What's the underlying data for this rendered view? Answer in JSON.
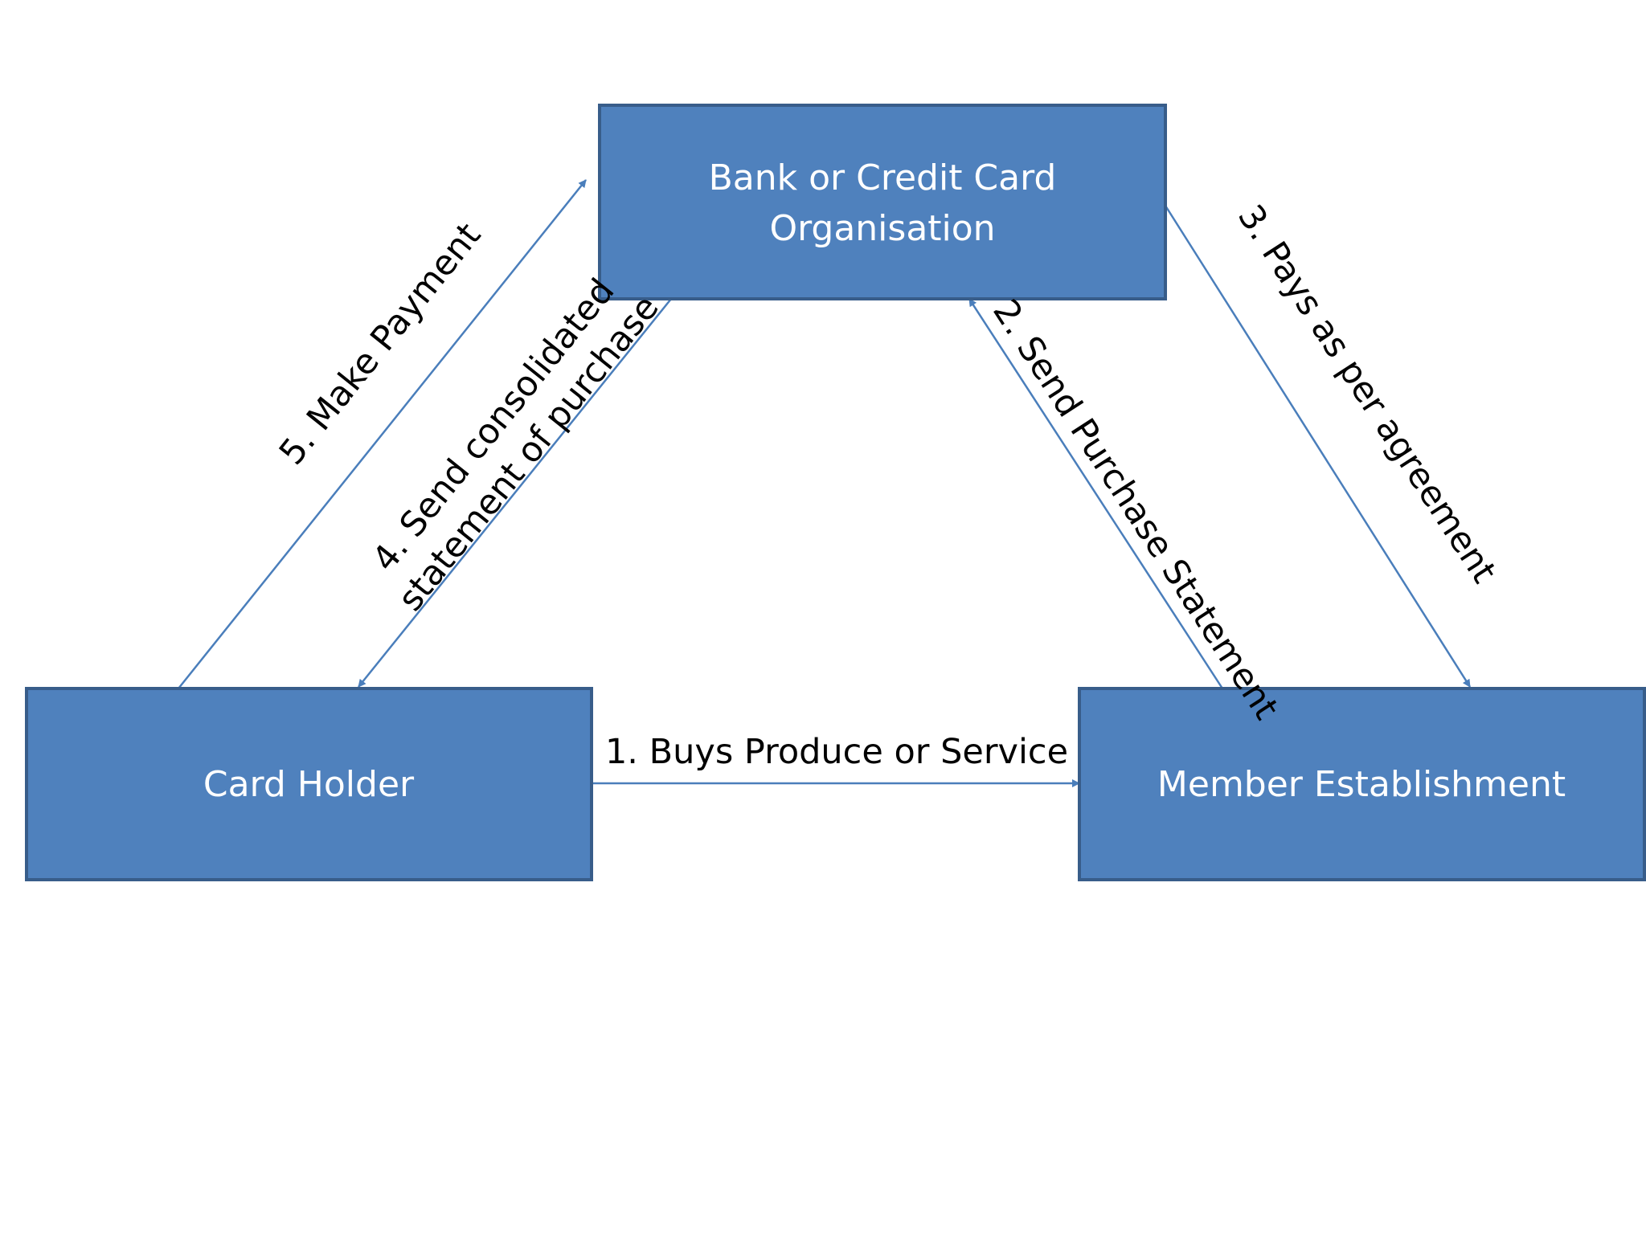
{
  "colors": {
    "box_fill": "#4f81bd",
    "box_border": "#385d8a",
    "arrow": "#4a7ebb",
    "box_text": "#ffffff",
    "label_text": "#000000"
  },
  "nodes": {
    "bank": {
      "line1": "Bank or Credit Card",
      "line2": "Organisation"
    },
    "card_holder": {
      "label": "Card Holder"
    },
    "member": {
      "label": "Member Establishment"
    }
  },
  "edges": {
    "buys": {
      "label": "1. Buys Produce or Service"
    },
    "send_purchase": {
      "label": "2. Send Purchase Statement"
    },
    "pays": {
      "label": "3. Pays as per agreement"
    },
    "send_consolidated": {
      "line1": "4. Send consolidated",
      "line2": "statement of purchase"
    },
    "make_payment": {
      "label": "5. Make Payment"
    }
  }
}
